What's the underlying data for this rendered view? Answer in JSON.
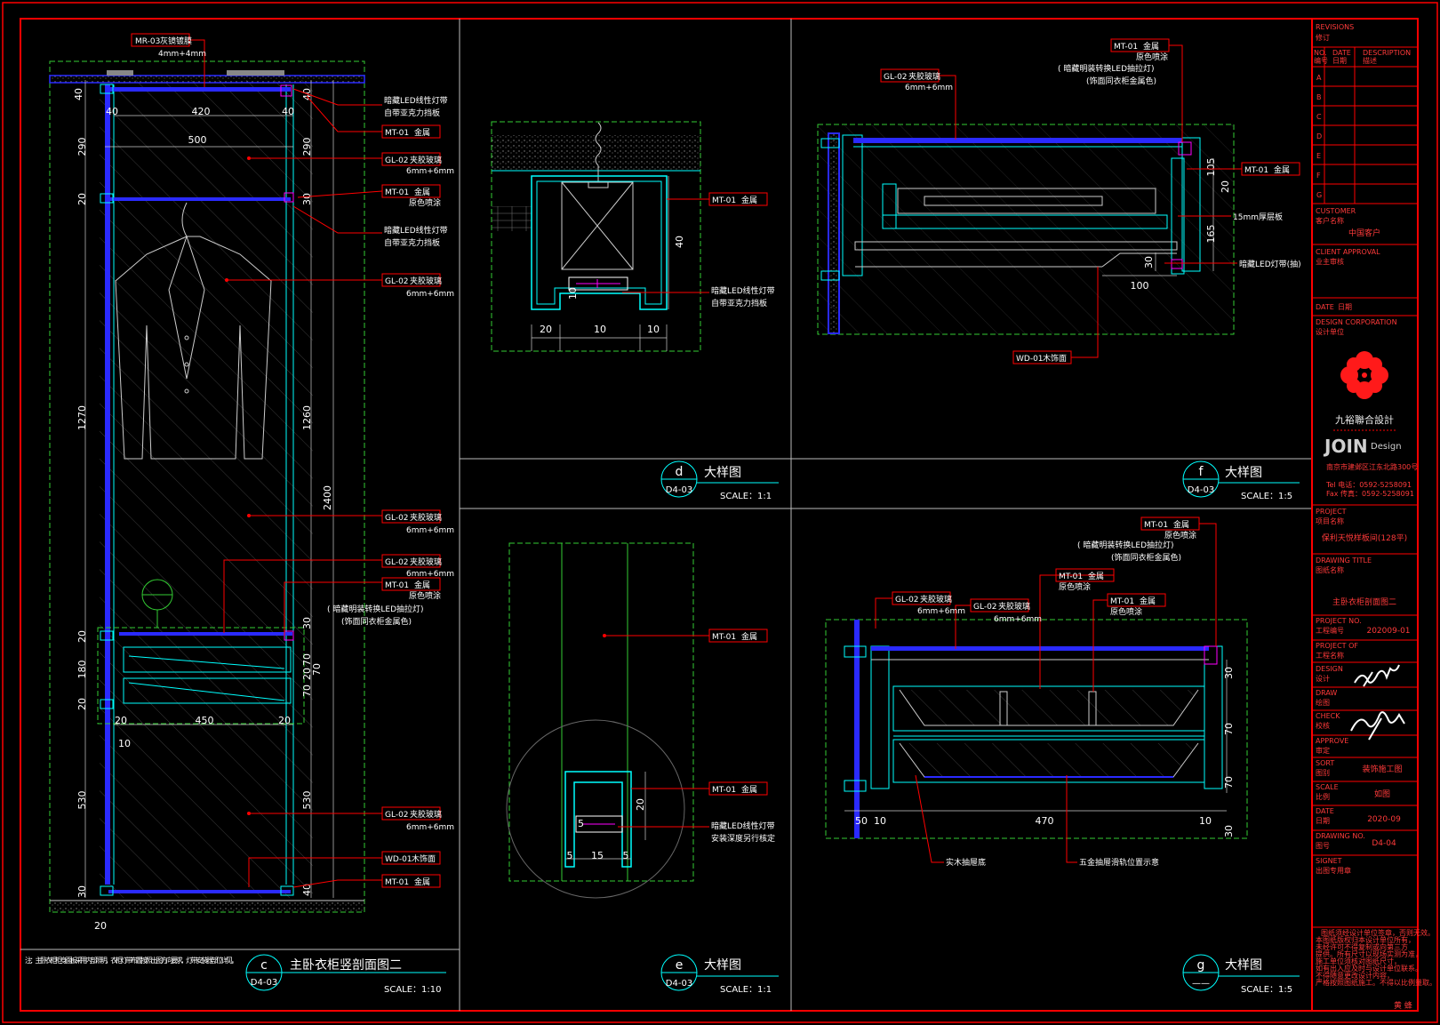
{
  "colors": {
    "frame": "#ff0000",
    "cyan": "#00ffff",
    "green": "#33cc33",
    "blue": "#2a2aff",
    "magenta": "#ff00ff",
    "white": "#ffffff",
    "gray": "#8a8a8a"
  },
  "sheet": {
    "note": "注：主卧衣柜柜身面板采用内部照明，衣柜灯带布置按照出图方向要求，灯带安装器部位详见。"
  },
  "views": {
    "c": {
      "letter": "c",
      "title": "主卧衣柜竖剖面图二",
      "ref": "D4-03",
      "scale": "SCALE：1:10"
    },
    "d": {
      "letter": "d",
      "title": "大样图",
      "ref": "D4-03",
      "scale": "SCALE：1:1"
    },
    "e": {
      "letter": "e",
      "title": "大样图",
      "ref": "D4-03",
      "scale": "SCALE：1:1"
    },
    "f": {
      "letter": "f",
      "title": "大样图",
      "ref": "D4-03",
      "scale": "SCALE：1:5"
    },
    "g": {
      "letter": "g",
      "title": "大样图",
      "ref": "——",
      "scale": "SCALE：1:5"
    }
  },
  "tags": {
    "mr03": "MR-03",
    "mr03n": "灰镜镀膜",
    "mr03s": "4mm+4mm",
    "mt01": "MT-01",
    "mt01n": "金属",
    "mt01s": "原色喷涂",
    "gl02": "GL-02",
    "gl02n": "夹胶玻璃",
    "gl02s": "6mm+6mm",
    "wd01": "WD-01",
    "wd01n": "木饰面",
    "led1": "暗藏LED线性灯带",
    "led2": "自带亚克力挡板",
    "led3": "暗藏LED线性灯带",
    "led4": "自带亚克力挡板",
    "led5": "暗藏LED线性灯带",
    "led6": "安装深度另行核定",
    "ledrail": "( 暗藏明装转换LED抽拉灯)",
    "ledrail2": "(饰面同衣柜金属色)",
    "board15": "15mm厚层板",
    "ledstrip": "暗藏LED灯带(抽)",
    "drawer1": "实木抽屉底",
    "drawer2": "五金抽屉滑轨位置示意"
  },
  "dims": {
    "c": [
      "40",
      "420",
      "40",
      "500",
      "290",
      "290",
      "20",
      "30",
      "1270",
      "1260",
      "2400",
      "20",
      "180",
      "20",
      "30",
      "70",
      "20",
      "70",
      "70",
      "20",
      "450",
      "20",
      "10",
      "530",
      "530",
      "30",
      "40",
      "20",
      "40",
      "40"
    ],
    "d": [
      "40",
      "10",
      "20",
      "10",
      "10"
    ],
    "e": [
      "20",
      "5",
      "5",
      "15",
      "5"
    ],
    "f": [
      "105",
      "20",
      "165",
      "30",
      "100"
    ],
    "g": [
      "30",
      "70",
      "70",
      "50",
      "10",
      "470",
      "10",
      "30"
    ]
  },
  "titleblock": {
    "revisions": "REVISIONS",
    "revisions_cn": "修订",
    "rev_cols": [
      "NO.",
      "DATE",
      "DESCRIPTION"
    ],
    "rev_cols_cn": [
      "编号",
      "日期",
      "描述"
    ],
    "rev_rows": [
      "A",
      "B",
      "C",
      "D",
      "E",
      "F",
      "G"
    ],
    "customer": "CUSTOMER",
    "customer_cn": "客户名称",
    "customer_value": "中国客户",
    "client_approval": "CLIENT APPROVAL",
    "client_approval_cn": "业主审核",
    "date": "DATE",
    "date_cn": "日期",
    "design_corp": "DESIGN CORPORATION",
    "design_corp_cn": "设计单位",
    "company_cn": "九裕聯合設計",
    "company_en": "JOIN",
    "company_en2": "Design",
    "company_addr": "南京市建邺区江东北路300号",
    "company_tel": "Tel 电话：0592-5258091",
    "company_fax": "Fax 传真：0592-5258091",
    "project": "PROJECT",
    "project_cn": "项目名称",
    "project_value": "保利天悦样板间(128平)",
    "drawing_title": "DRAWING TITLE",
    "drawing_title_cn": "图纸名称",
    "drawing_title_value": "主卧衣柜剖面图二",
    "project_no": "PROJECT NO.",
    "project_no_cn": "工程编号",
    "project_no_value": "202009-01",
    "project_of": "PROJECT OF",
    "project_of_cn": "工程名称",
    "design": "DESIGN",
    "design_cn": "设计",
    "draw": "DRAW",
    "draw_cn": "绘图",
    "check": "CHECK",
    "check_cn": "校核",
    "approve": "APPROVE",
    "approve_cn": "审定",
    "sort": "SORT",
    "sort_cn": "图别",
    "sort_value": "装饰施工图",
    "scale": "SCALE",
    "scale_cn": "比例",
    "scale_value": "如图",
    "tdate": "DATE",
    "tdate_cn": "日期",
    "tdate_value": "2020-09",
    "drawing_no": "DRAWING NO.",
    "drawing_no_cn": "图号",
    "drawing_no_value": "D4-04",
    "signet": "SIGNET",
    "signet_cn": "出图专用章",
    "disclaimer": [
      "图纸须经设计单位签章，否则无效。",
      "本图纸版权归本设计单位所有，",
      "未经许可不得复制或向第三方",
      "提供。所有尺寸以现场实测为准，",
      "施工单位须核对图纸尺寸，",
      "如有出入应及时与设计单位联系。",
      "不得随意更改设计内容，",
      "严格按照图纸施工。不得以比例量取。"
    ],
    "seal": "黄 蜂"
  }
}
